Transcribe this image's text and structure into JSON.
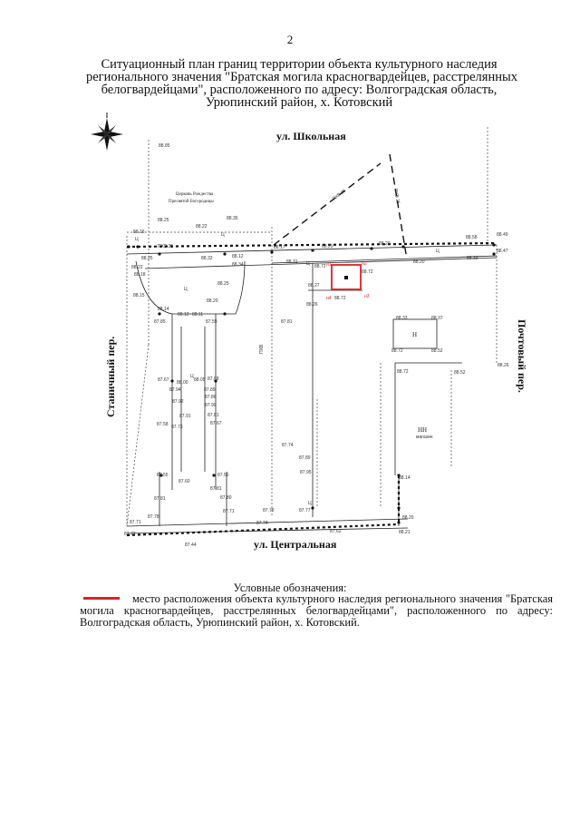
{
  "page_number": "2",
  "title": {
    "line1": "Ситуационный план границ территории объекта культурного наследия",
    "line2": "регионального значения \"Братская могила красногвардейцев, расстрелянных",
    "line3": "белогвардейцами\", расположенного по адресу: Волгоградская область,",
    "line4": "Урюпинский район, х. Котовский"
  },
  "map": {
    "streets": {
      "north": "ул. Школьная",
      "south": "ул. Центральная",
      "west": "Станичный пер.",
      "east": "Почтовый пер."
    },
    "church": {
      "line1": "Церковь Рождества",
      "line2": "Пресвятой Богородицы"
    },
    "powerlines": {
      "pl1": "ПХВ 25",
      "pl2": "ПХВ 25",
      "pl3": "ПХВ 25",
      "pl4": "ПХВ"
    },
    "boundary_points": {
      "n1": "н1",
      "n2": "н2",
      "n3": "н3",
      "n4": "н4"
    },
    "buildings": {
      "b1": "Н",
      "b2": "НН",
      "b2_sub": "магазин"
    },
    "elevations": {
      "e01": "88.85",
      "e02": "88.25",
      "e03": "88.22",
      "e04": "88.35",
      "e05": "88.16",
      "e06": "88.25",
      "e07": "88.22",
      "e08": "88.18",
      "e09": "88.15",
      "e10": "88.32",
      "e11": "88.12",
      "e12": "88.34",
      "e13": "88.17",
      "e14": "88.29",
      "e15": "88.20",
      "e16": "88.58",
      "e17": "88.49",
      "e18": "88.47",
      "e19": "88.20",
      "e20": "88.33",
      "e21": "88.25",
      "e22": "88.20",
      "e23": "88.14",
      "e24": "87.85",
      "e25": "88.12",
      "e26": "88.11",
      "e27": "87.59",
      "e28": "88.31",
      "e29": "88.72",
      "e30": "88.72",
      "e31": "88.72",
      "e32": "88.27",
      "e33": "88.26",
      "e34": "88.33",
      "e35": "88.37",
      "e36": "88.72",
      "e37": "88.52",
      "e38": "88.72",
      "e39": "88.52",
      "e40": "88.26",
      "e41": "87.67",
      "e42": "88.00",
      "e43": "87.68",
      "e44": "87.94",
      "e45": "87.92",
      "e46": "87.89",
      "e47": "87.86",
      "e48": "87.99",
      "e49": "87.58",
      "e50": "87.91",
      "e51": "87.67",
      "e52": "87.81",
      "e53": "87.74",
      "e54": "87.89",
      "e55": "87.95",
      "e56": "87.55",
      "e57": "87.60",
      "e58": "87.56",
      "e59": "87.81",
      "e60": "87.81",
      "e61": "87.80",
      "e62": "87.71",
      "e63": "87.78",
      "e64": "87.77",
      "e65": "87.71",
      "e66": "87.78",
      "e67": "87.74",
      "e68": "87.62",
      "e69": "87.77",
      "e70": "88.14",
      "e71": "88.20",
      "e72": "88.21",
      "e73": "87.44",
      "e74": "87.73",
      "e75": "87.81",
      "e76": "88.05"
    },
    "markers": {
      "u": "Ц"
    }
  },
  "legend": {
    "title": "Условные обозначения:",
    "text": "место расположения объекта культурного наследия регионального значения \"Братская могила красногвардейцев, расстрелянных белогвардейцами\", расположенного по адресу: Волгоградская область, Урюпинский район, х. Котовский.",
    "color": "#d8232a"
  }
}
